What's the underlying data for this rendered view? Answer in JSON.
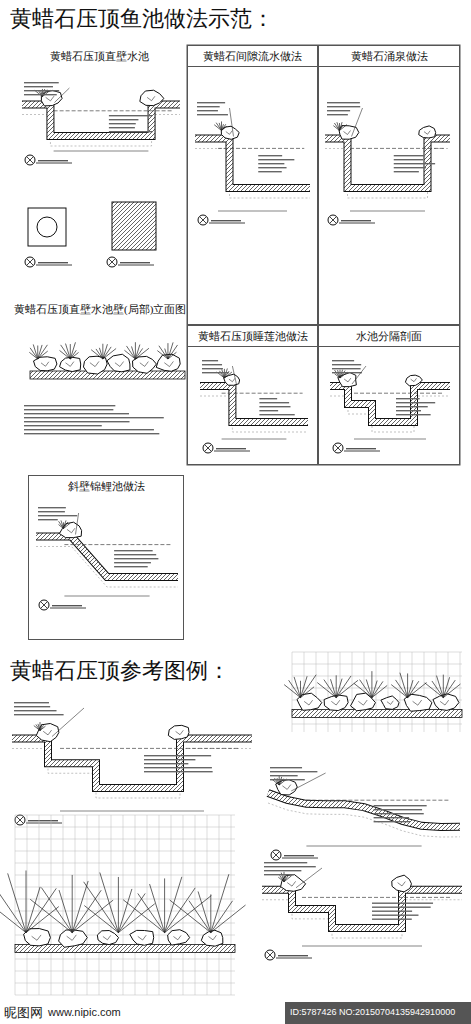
{
  "diagram": {
    "title": "黄蜡石压顶鱼池做法示范：",
    "nodes": [
      {
        "text": [
          "黄蜡石压顶直壁水池"
        ]
      },
      {
        "text": [
          "黄蜡石间隙流水做法"
        ]
      },
      {
        "text": [
          "黄蜡石涌泉做法"
        ]
      },
      {
        "text": [
          "黄蜡石压顶睡莲池做法"
        ]
      },
      {
        "text": [
          "水池分隔剖面"
        ]
      },
      {
        "text": [
          "斜壁锦鲤池做法"
        ]
      }
    ],
    "labels": [
      "黄蜡石压顶直壁水池壁(局部)立面图",
      "黄蜡石压顶参考图例：",
      "昵图网",
      "www.nipic.com",
      "ID:5787426 NO:20150704135942910000"
    ]
  }
}
